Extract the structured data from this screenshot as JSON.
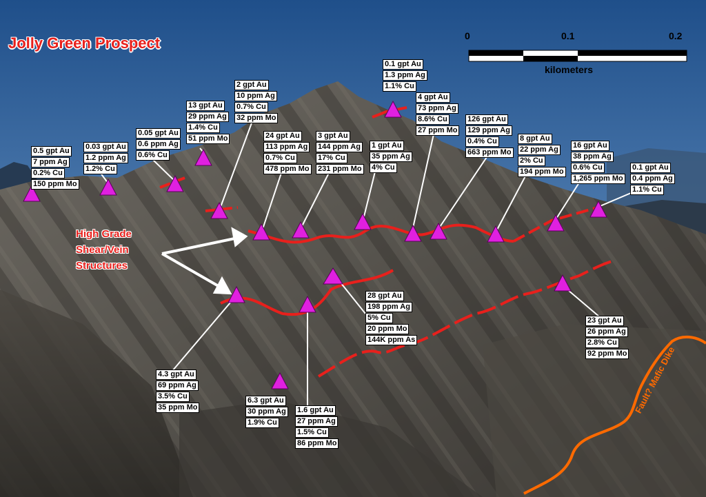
{
  "title": "Jolly Green Prospect",
  "scale_bar": {
    "ticks": [
      "0",
      "0.1",
      "0.2"
    ],
    "unit_label": "kilometers"
  },
  "structure_label": [
    "High Grade",
    "Shear/Vein",
    "Structures"
  ],
  "fault_label": "Fault? Mafic Dike",
  "colors": {
    "structure_line": "#e8201c",
    "fault_line": "#ff6a00",
    "sample_marker": "#e020e0",
    "title_text": "#e8201c"
  },
  "samples": [
    [
      "0.5 gpt Au",
      "7 ppm Ag",
      "0.2% Cu",
      "150 ppm Mo"
    ],
    [
      "0.03 gpt Au",
      "1.2 ppm Ag",
      "1.2% Cu"
    ],
    [
      "0.05 gpt Au",
      "0.6 ppm Ag",
      "0.6% Cu"
    ],
    [
      "13 gpt Au",
      "29 ppm Ag",
      "1.4% Cu",
      "51 ppm Mo"
    ],
    [
      "2 gpt Au",
      "10 ppm Ag",
      "0.7% Cu",
      "32 ppm Mo"
    ],
    [
      "24 gpt Au",
      "113 ppm Ag",
      "0.7% Cu",
      "478 ppm Mo"
    ],
    [
      "3 gpt Au",
      "144 ppm Ag",
      "17% Cu",
      "231 ppm Mo"
    ],
    [
      "1 gpt Au",
      "35 ppm Ag",
      "4% Cu"
    ],
    [
      "0.1 gpt Au",
      "1.3 ppm Ag",
      "1.1% Cu"
    ],
    [
      "4 gpt Au",
      "73 ppm Ag",
      "8.6% Cu",
      "27 ppm Mo"
    ],
    [
      "126 gpt Au",
      "129 ppm Ag",
      "0.4% Cu",
      "663 ppm Mo"
    ],
    [
      "8 gpt Au",
      "22 ppm Ag",
      "2% Cu",
      "194 ppm Mo"
    ],
    [
      "16 gpt Au",
      "38 ppm Ag",
      "0.6% Cu",
      "1,265 ppm Mo"
    ],
    [
      "0.1 gpt Au",
      "0.4 ppm Ag",
      "1.1% Cu"
    ],
    [
      "28 gpt Au",
      "198 ppm Ag",
      "5% Cu",
      "20 ppm Mo",
      "144K ppm As"
    ],
    [
      "23 gpt Au",
      "26 ppm Ag",
      "2.8% Cu",
      "92 ppm Mo"
    ],
    [
      "4.3 gpt Au",
      "69 ppm Ag",
      "3.5% Cu",
      "35 ppm Mo"
    ],
    [
      "6.3 gpt Au",
      "30 ppm Ag",
      "1.9% Cu"
    ],
    [
      "1.6 gpt Au",
      "27 ppm Ag",
      "1.5% Cu",
      "86 ppm Mo"
    ]
  ]
}
